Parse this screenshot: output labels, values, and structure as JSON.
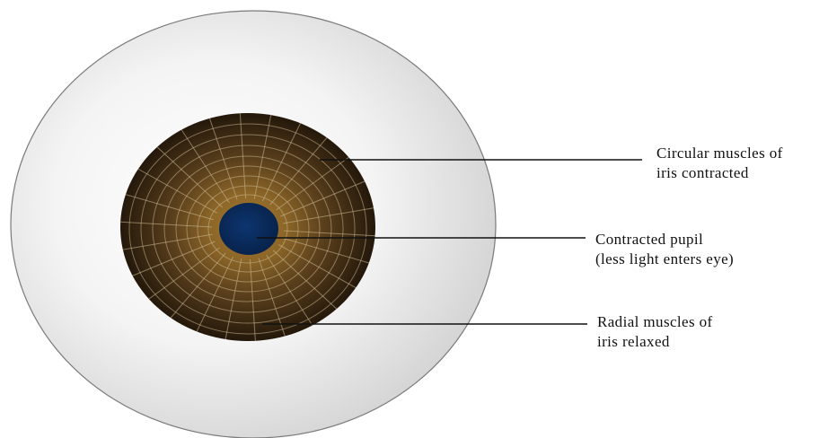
{
  "labels": {
    "circular": {
      "line1": "Circular muscles of",
      "line2": "iris contracted"
    },
    "pupil": {
      "line1": "Contracted pupil",
      "line2": "(less light enters eye)"
    },
    "radial": {
      "line1": "Radial muscles of",
      "line2": "iris relaxed"
    }
  },
  "colors": {
    "sclera_center": "#ffffff",
    "sclera_edge": "#d9d9d9",
    "sclera_outline": "#7a7a7a",
    "iris_outer": "#2a1c0e",
    "iris_mid": "#5a3f1c",
    "iris_inner": "#a67b34",
    "pupil": "#0b2b5c",
    "muscle_lines": "#c8b690",
    "leader_lines": "#111111"
  }
}
